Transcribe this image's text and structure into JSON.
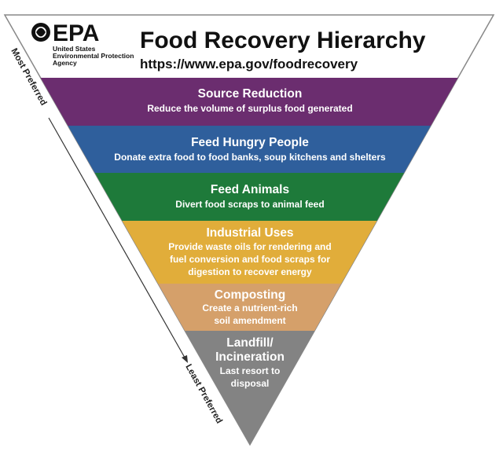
{
  "header": {
    "title": "Food Recovery Hierarchy",
    "url": "https://www.epa.gov/foodrecovery"
  },
  "logo": {
    "mark": "EPA",
    "agency_lines": [
      "United States",
      "Environmental Protection",
      "Agency"
    ]
  },
  "axis": {
    "top_label": "Most Preferred",
    "bottom_label": "Least Preferred"
  },
  "tiers": [
    {
      "title": "Source Reduction",
      "lines": [
        "Reduce the volume of surplus food generated"
      ],
      "color": "#6b2d6f"
    },
    {
      "title": "Feed Hungry People",
      "lines": [
        "Donate extra food to food banks, soup kitchens and shelters"
      ],
      "color": "#2f5f9c"
    },
    {
      "title": "Feed Animals",
      "lines": [
        "Divert food scraps to animal feed"
      ],
      "color": "#1e7a3a"
    },
    {
      "title": "Industrial Uses",
      "lines": [
        "Provide waste oils for rendering and",
        "fuel conversion and food scraps for",
        "digestion to recover energy"
      ],
      "color": "#e1ad3a"
    },
    {
      "title": "Composting",
      "lines": [
        "Create a nutrient-rich",
        "soil amendment"
      ],
      "color": "#d5a06a"
    },
    {
      "title_lines": [
        "Landfill/",
        "Incineration"
      ],
      "lines": [
        "Last resort to",
        "disposal"
      ],
      "color": "#838383"
    }
  ]
}
